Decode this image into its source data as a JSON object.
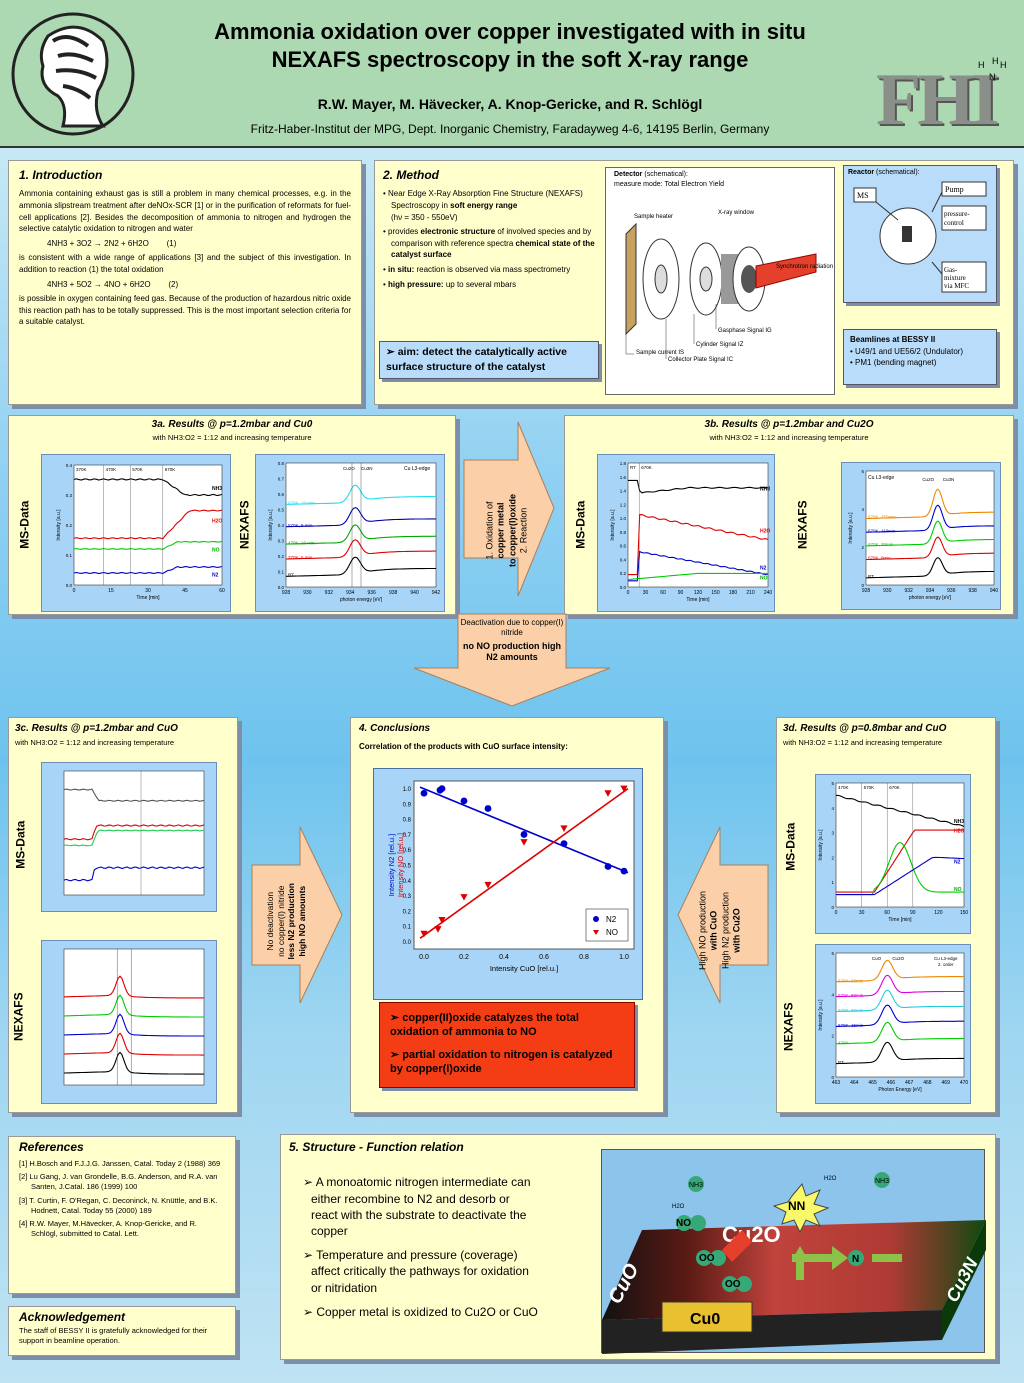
{
  "header": {
    "title_line1": "Ammonia oxidation over copper investigated with in situ",
    "title_line2": "NEXAFS spectroscopy in the soft X-ray range",
    "authors": "R.W. Mayer, M. Hävecker, A. Knop-Gericke, and R. Schlögl",
    "affiliation": "Fritz-Haber-Institut der MPG, Dept. Inorganic Chemistry, Faradayweg 4-6, 14195 Berlin, Germany",
    "logo_text": "FHI"
  },
  "intro": {
    "title": "1. Introduction",
    "p1": "Ammonia containing exhaust gas is still a problem in many chemical processes, e.g. in the ammonia slipstream treatment after deNOx-SCR [1] or in the purification of reformats for fuel-cell applications [2]. Besides the decomposition of ammonia to nitrogen and hydrogen the selective catalytic oxidation to nitrogen and water",
    "eq1": "4NH3 + 3O2 → 2N2 + 6H2O",
    "eq1_num": "(1)",
    "p2": "is consistent with a wide range of applications [3] and the subject of this investigation. In addition to reaction (1) the total oxidation",
    "eq2": "4NH3 + 5O2 → 4NO + 6H2O",
    "eq2_num": "(2)",
    "p3": "is possible in oxygen containing feed gas. Because of the production of hazardous nitric oxide this reaction path has to be totally suppressed. This is the most important selection criteria for a suitable catalyst."
  },
  "method": {
    "title": "2. Method",
    "b1a": "Near Edge X-Ray Absorption Fine Structure (NEXAFS) Spectroscopy in ",
    "b1b": "soft energy range",
    "b1c": "(hν = 350 - 550eV)",
    "b2a": "provides ",
    "b2b": "electronic structure",
    "b2c": " of involved species and by comparison with reference spectra ",
    "b2d": "chemical state of the catalyst surface",
    "b3a": "in situ:",
    "b3b": " reaction is observed via mass spectrometry",
    "b4a": "high pressure:",
    "b4b": " up to several mbars",
    "aim": "➢ aim: detect the catalytically active surface structure of the catalyst",
    "detector_title": "Detector",
    "detector_sub": "(schematical):",
    "detector_mode": "measure mode: Total Electron Yield",
    "det_labels": [
      "Sample heater",
      "X-ray window",
      "Synchrotron radiation",
      "Gasphase Signal IG",
      "Cylinder Signal IZ",
      "Collector Plate Signal IC",
      "Sample current IS"
    ],
    "reactor_title": "Reactor",
    "reactor_sub": "(schematical):",
    "reactor_labels": [
      "MS",
      "Pump",
      "pressure-control",
      "Gas-mixture via MFC"
    ],
    "beam_title": "Beamlines at BESSY II",
    "beam_items": [
      "U49/1 and UE56/2 (Undulator)",
      "PM1 (bending magnet)"
    ]
  },
  "r3a": {
    "title": "3a. Results @ p=1.2mbar and Cu0",
    "sub": "with NH3:O2 = 1:12 and increasing temperature",
    "ms": "MS-Data",
    "nexafs": "NEXAFS"
  },
  "r3b": {
    "title": "3b. Results @ p=1.2mbar and Cu2O",
    "sub": "with NH3:O2 = 1:12 and increasing temperature",
    "ms": "MS-Data",
    "nexafs": "NEXAFS"
  },
  "r3c": {
    "title": "3c. Results @ p=1.2mbar and CuO",
    "sub": "with NH3:O2 = 1:12 and increasing temperature",
    "ms": "MS-Data",
    "nexafs": "NEXAFS"
  },
  "r3d": {
    "title": "3d. Results @ p=0.8mbar and CuO",
    "sub": "with NH3:O2 = 1:12 and increasing temperature",
    "ms": "MS-Data",
    "nexafs": "NEXAFS"
  },
  "arrows": {
    "a1": [
      "1. Oxidation of",
      "copper metal",
      "to copper(I)oxide",
      "2. Reaction"
    ],
    "a2a": "Deactivation due to copper(I) nitride",
    "a2b": "no NO production high N2 amounts",
    "a3": [
      "No deactivation",
      "no copper(I) nitride",
      "less N2 production",
      "high NO amounts"
    ],
    "a4": [
      "High NO production",
      "with CuO",
      "High N2 production",
      "with Cu2O"
    ]
  },
  "conc": {
    "title": "4. Conclusions",
    "sub": "Correlation of the products with CuO surface intensity:",
    "red1": "➢ copper(II)oxide catalyzes the total oxidation of ammonia to NO",
    "red2": "➢ partial oxidation to nitrogen is catalyzed by copper(I)oxide"
  },
  "chart_data": {
    "type": "scatter",
    "xlabel": "Intensity CuO [rel.u.]",
    "ylabel": "Intensity N2 [rel.u.] / Intensity NO [rel.u.]",
    "xlim": [
      -0.05,
      1.05
    ],
    "ylim": [
      -0.05,
      1.05
    ],
    "xticks": [
      "0.0",
      "0.2",
      "0.4",
      "0.6",
      "0.8",
      "1.0"
    ],
    "yticks": [
      "0.0",
      "0.1",
      "0.2",
      "0.3",
      "0.4",
      "0.5",
      "0.6",
      "0.7",
      "0.8",
      "0.9",
      "1.0"
    ],
    "series": [
      {
        "name": "N2",
        "color": "#0000cc",
        "x": [
          0.0,
          0.08,
          0.09,
          0.2,
          0.32,
          0.5,
          0.7,
          0.92,
          1.0
        ],
        "y": [
          0.97,
          0.99,
          1.0,
          0.92,
          0.87,
          0.7,
          0.64,
          0.49,
          0.46
        ]
      },
      {
        "name": "NO",
        "color": "#dd0000",
        "x": [
          0.0,
          0.07,
          0.09,
          0.2,
          0.32,
          0.5,
          0.7,
          0.92,
          1.0
        ],
        "y": [
          0.05,
          0.08,
          0.14,
          0.29,
          0.37,
          0.65,
          0.74,
          0.97,
          1.0
        ]
      }
    ],
    "fits": [
      {
        "name": "N2",
        "color": "#0000cc",
        "x": [
          -0.02,
          1.02
        ],
        "y": [
          1.01,
          0.45
        ]
      },
      {
        "name": "NO",
        "color": "#dd0000",
        "x": [
          -0.02,
          1.02
        ],
        "y": [
          0.02,
          1.0
        ]
      }
    ]
  },
  "refs": {
    "title": "References",
    "items": [
      "[1] H.Bosch and F.J.J.G. Janssen, Catal. Today 2 (1988) 369",
      "[2] Lu Gang, J. van Grondelle, B.G. Anderson, and R.A. van Santen, J.Catal. 186 (1999) 100",
      "[3] T. Curtin, F. O'Regan, C. Deconinck, N. Knüttle, and B.K. Hodnett, Catal. Today 55 (2000) 189",
      "[4] R.W. Mayer, M.Hävecker, A. Knop-Gericke, and R. Schlögl, submitted to Catal. Lett."
    ]
  },
  "ack": {
    "title": "Acknowledgement",
    "text": "The staff of BESSY II is gratefully acknowledged for their support in beamline operation."
  },
  "structure": {
    "title": "5. Structure - Function relation",
    "items": [
      "A monoatomic nitrogen intermediate can either recombine to N2 and desorb or react with the substrate to deactivate the copper",
      "Temperature and pressure (coverage) affect critically the pathways for oxidation or nitridation",
      "Copper metal is oxidized to Cu2O or CuO"
    ],
    "labels": [
      "CuO",
      "Cu2O",
      "Cu3N",
      "Cu0",
      "NH3",
      "NH3",
      "NO",
      "OO",
      "OO",
      "NN",
      "N",
      "H2O",
      "H2O"
    ]
  },
  "plots": {
    "p3a_ms": {
      "xlabel": "Time [min]",
      "ylabel": "Intensity [a.u.]",
      "temps": [
        "370K",
        "470K",
        "570K",
        "670K"
      ],
      "species": [
        "NH3",
        "H2O",
        "NO",
        "N2"
      ],
      "xticks": [
        "0",
        "15",
        "30",
        "45",
        "60"
      ],
      "yticks": [
        "0.0",
        "0.1",
        "0.2",
        "0.3",
        "0.4"
      ]
    },
    "p3a_nx": {
      "xlabel": "photon energy [eV]",
      "ylabel": "Intensity [a.u.]",
      "edge": "Cu L3-edge",
      "refs": [
        "Cu2O",
        "Cu3N"
      ],
      "labels": [
        "670K, 10 min.",
        "570K, 5 min.",
        "470K, 10 min.",
        "370K, 5 min.",
        "RT"
      ],
      "xticks": [
        "928",
        "930",
        "932",
        "934",
        "936",
        "938",
        "940",
        "942"
      ],
      "yticks": [
        "0.0",
        "0.1",
        "0.2",
        "0.3",
        "0.4",
        "0.5",
        "0.6",
        "0.7",
        "0.8"
      ]
    },
    "p3b_ms": {
      "xlabel": "Time [min]",
      "ylabel": "Intensity [a.u.]",
      "temps": [
        "RT",
        "670K"
      ],
      "species": [
        "NH3",
        "H2O",
        "N2",
        "NO"
      ],
      "xticks": [
        "0",
        "30",
        "60",
        "90",
        "120",
        "150",
        "180",
        "210",
        "240"
      ],
      "yticks": [
        "0.0",
        "0.2",
        "0.4",
        "0.6",
        "0.8",
        "1.0",
        "1.2",
        "1.4",
        "1.6",
        "1.8"
      ]
    },
    "p3b_nx": {
      "xlabel": "photon energy [eV]",
      "ylabel": "Intensity [a.u.]",
      "edge": "Cu L3-edge",
      "refs": [
        "Cu2O",
        "Cu3N"
      ],
      "labels": [
        "670K, 150min",
        "670K, 110min",
        "670K, 30min",
        "670K, 0min",
        "RT"
      ],
      "xticks": [
        "928",
        "930",
        "932",
        "934",
        "936",
        "938",
        "940"
      ],
      "yticks": [
        "0",
        "2",
        "4",
        "6"
      ]
    },
    "p3d_ms": {
      "xlabel": "Time [min]",
      "ylabel": "Intensity [a.u.]",
      "temps": [
        "470K",
        "570K",
        "670K"
      ],
      "species": [
        "NH3",
        "H2O",
        "N2",
        "NO"
      ],
      "xticks": [
        "0",
        "30",
        "60",
        "90",
        "120",
        "150"
      ],
      "yticks": [
        "0",
        "1",
        "2",
        "3",
        "4",
        "5"
      ]
    },
    "p3d_nx": {
      "xlabel": "Photon Energy [eV]",
      "ylabel": "Intensity [a.u.]",
      "edge": "Cu L3-edge",
      "order": "2. order",
      "refs": [
        "CuO",
        "Cu2O"
      ],
      "labels": [
        "670K, 90min",
        "670K, 50min",
        "670K, 30min",
        "670K, 15min",
        "470K",
        "RT"
      ],
      "xticks": [
        "463",
        "464",
        "465",
        "466",
        "467",
        "468",
        "469",
        "470"
      ],
      "yticks": [
        "0",
        "2",
        "4",
        "6"
      ]
    }
  }
}
